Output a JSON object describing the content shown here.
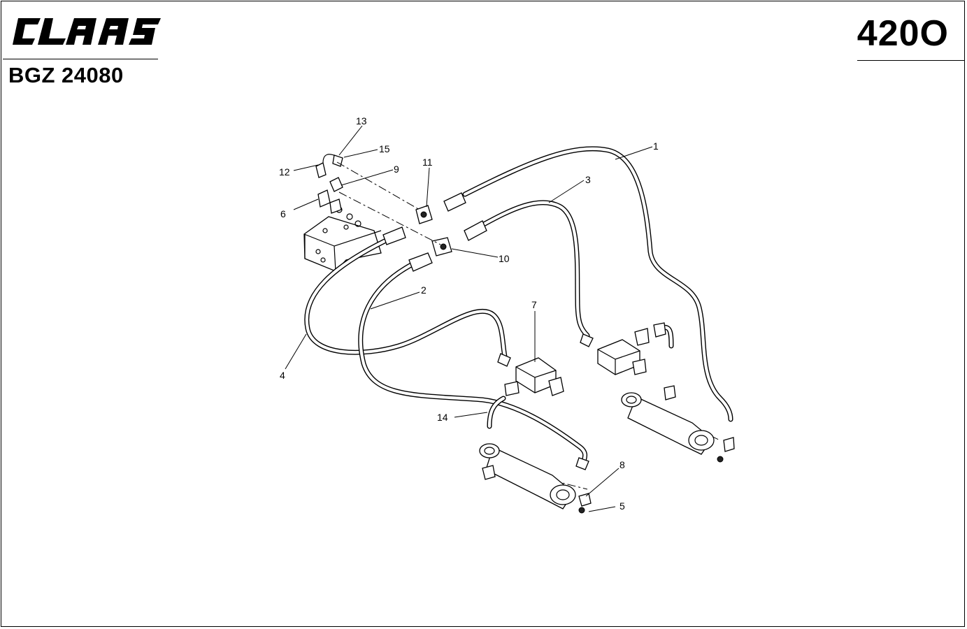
{
  "header": {
    "brand_logo_text": "CLAAS",
    "doc_id": "BGZ 24080",
    "page_number": "420O"
  },
  "diagram": {
    "callouts": [
      "1",
      "2",
      "3",
      "4",
      "5",
      "6",
      "7",
      "8",
      "9",
      "10",
      "11",
      "12",
      "13",
      "14",
      "15"
    ]
  }
}
